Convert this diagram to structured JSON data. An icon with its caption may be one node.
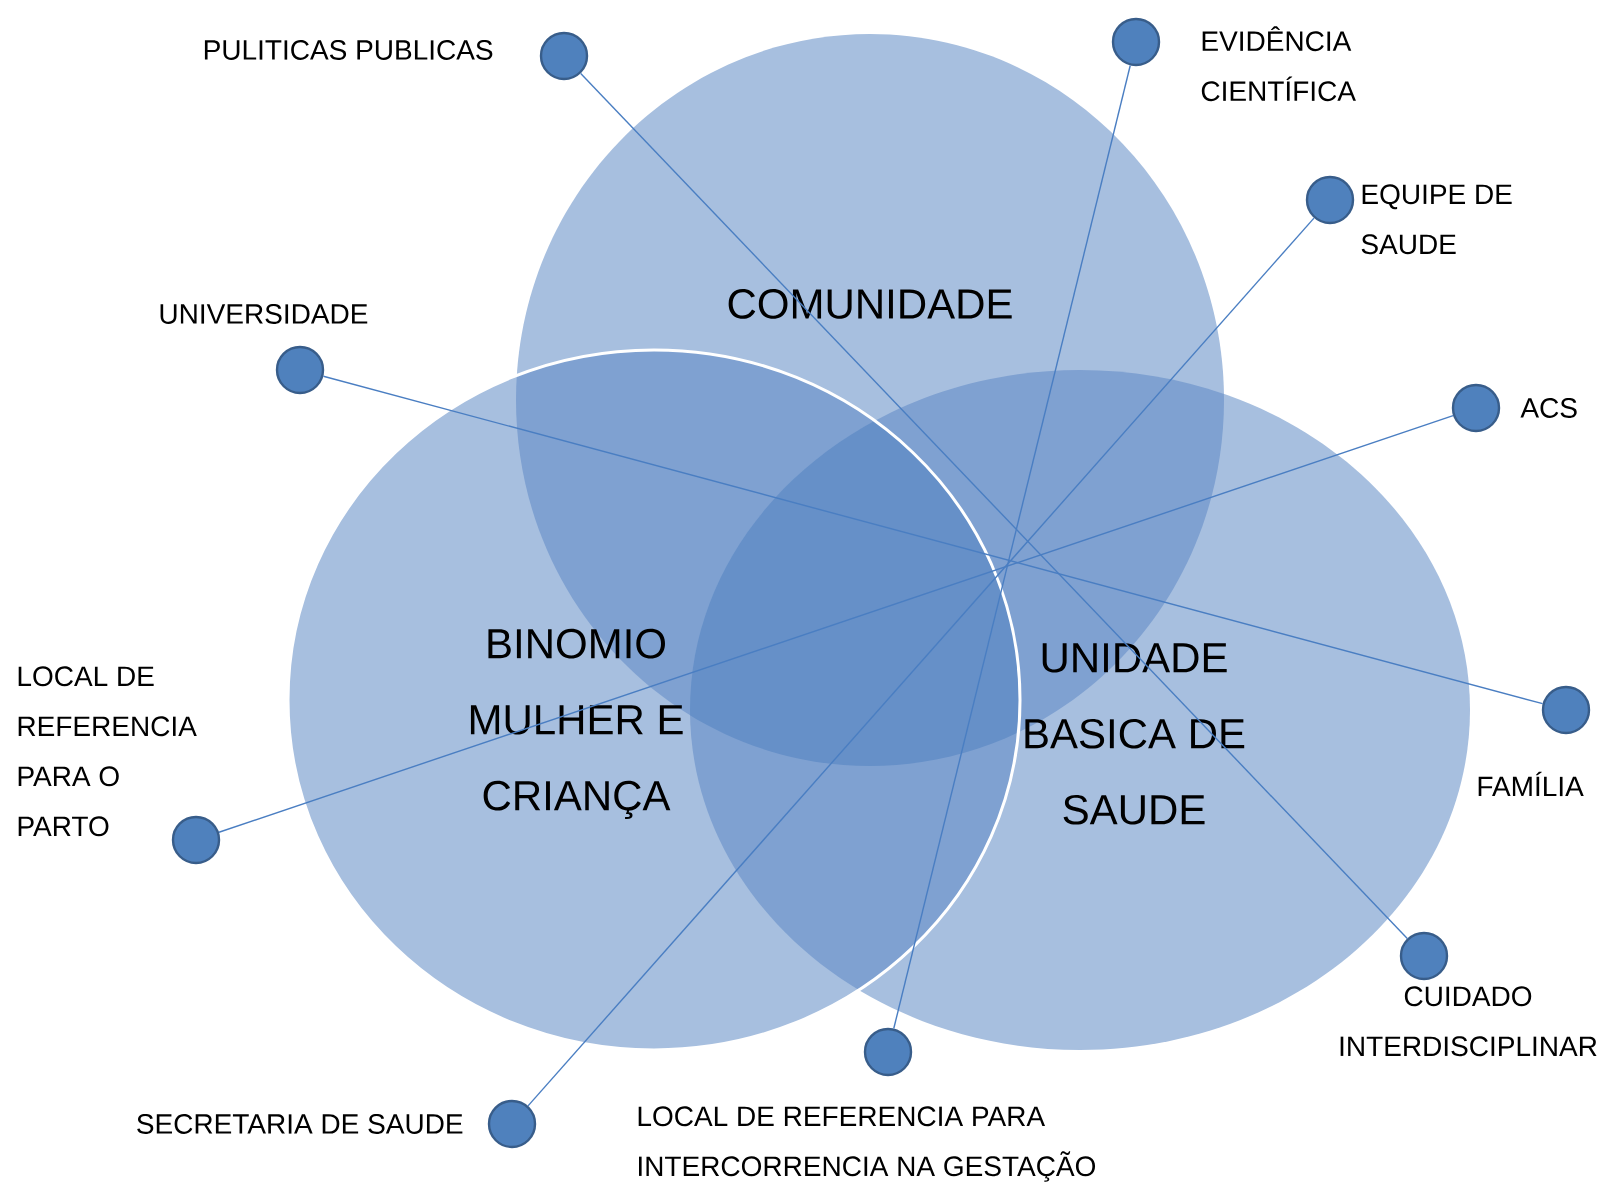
{
  "diagram": {
    "nodes": [
      {
        "text": [
          "COMUNIDADE"
        ]
      },
      {
        "text": [
          "BINOMIO MULHER E CRIANÇA"
        ]
      },
      {
        "text": [
          "UNIDADE BASICA DE SAUDE"
        ]
      },
      {
        "text": [],
        "shape": "circle",
        "beside": [
          "PULITICAS PUBLICAS"
        ]
      },
      {
        "text": [],
        "shape": "circle",
        "beside": [
          "EVIDÊNCIA CIENTÍFICA"
        ]
      },
      {
        "text": [],
        "shape": "circle",
        "beside": [
          "EQUIPE DE SAUDE"
        ]
      },
      {
        "text": [],
        "shape": "circle",
        "beside": [
          "UNIVERSIDADE"
        ]
      },
      {
        "text": [],
        "shape": "circle",
        "beside": [
          "ACS"
        ]
      },
      {
        "text": [],
        "shape": "circle",
        "beside": [
          "FAMÍLIA"
        ]
      },
      {
        "text": [],
        "shape": "circle",
        "beside": [
          "LOCAL DE REFERENCIA PARA O PARTO"
        ]
      },
      {
        "text": [],
        "shape": "circle",
        "beside": [
          "CUIDADO INTERDISCIPLINAR"
        ]
      },
      {
        "text": [],
        "shape": "circle",
        "beside": [
          "LOCAL DE REFERENCIA PARA INTERCORRENCIA NA GESTAÇÃO"
        ]
      },
      {
        "text": [],
        "shape": "circle",
        "beside": [
          "SECRETARIA DE SAUDE"
        ]
      }
    ],
    "edges": [
      {
        "from": 3,
        "to": 10,
        "arrow": "none"
      },
      {
        "from": 4,
        "to": 11,
        "arrow": "none"
      },
      {
        "from": 5,
        "to": 12,
        "arrow": "none"
      },
      {
        "from": 6,
        "to": 8,
        "arrow": "none"
      },
      {
        "from": 7,
        "to": 9,
        "arrow": "none"
      }
    ]
  }
}
